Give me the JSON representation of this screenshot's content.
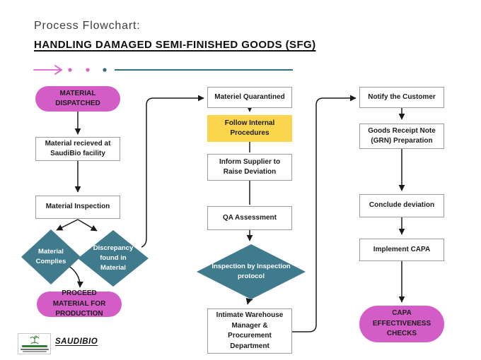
{
  "header": {
    "title": "Process Flowchart:",
    "heading": "HANDLING DAMAGED SEMI-FINISHED GOODS (SFG)"
  },
  "flow": {
    "start": "MATERIAL DISPATCHED",
    "received": "Material recieved at SaudiBio facility",
    "inspection": "Material Inspection",
    "complies": "Material Complies",
    "discrepancy": "Discrepancy found in Material",
    "proceed": "PROCEED MATERIAL FOR PRODUCTION",
    "quarantined": "Materiel Quarantined",
    "follow_internal": "Follow Internal Procedures",
    "inform_supplier": "Inform Supplier to Raise Deviation",
    "qa_assessment": "QA Assessment",
    "inspection_protocol": "Inspection by Inspection protocol",
    "intimate": "Intimate Warehouse Manager & Procurement Department",
    "notify": "Notify the Customer",
    "grn": "Goods Receipt Note (GRN) Preparation",
    "conclude": "Conclude deviation",
    "implement_capa": "Implement CAPA",
    "capa_checks": "CAPA EFFECTIVENESS CHECKS"
  },
  "footer": {
    "brand": "SAUDIBIO"
  },
  "colors": {
    "pink": "#d45cc6",
    "teal": "#3f7b8c",
    "yellow": "#fbd54e",
    "line": "#1a1a1a",
    "logo_green": "#2e7d32"
  }
}
